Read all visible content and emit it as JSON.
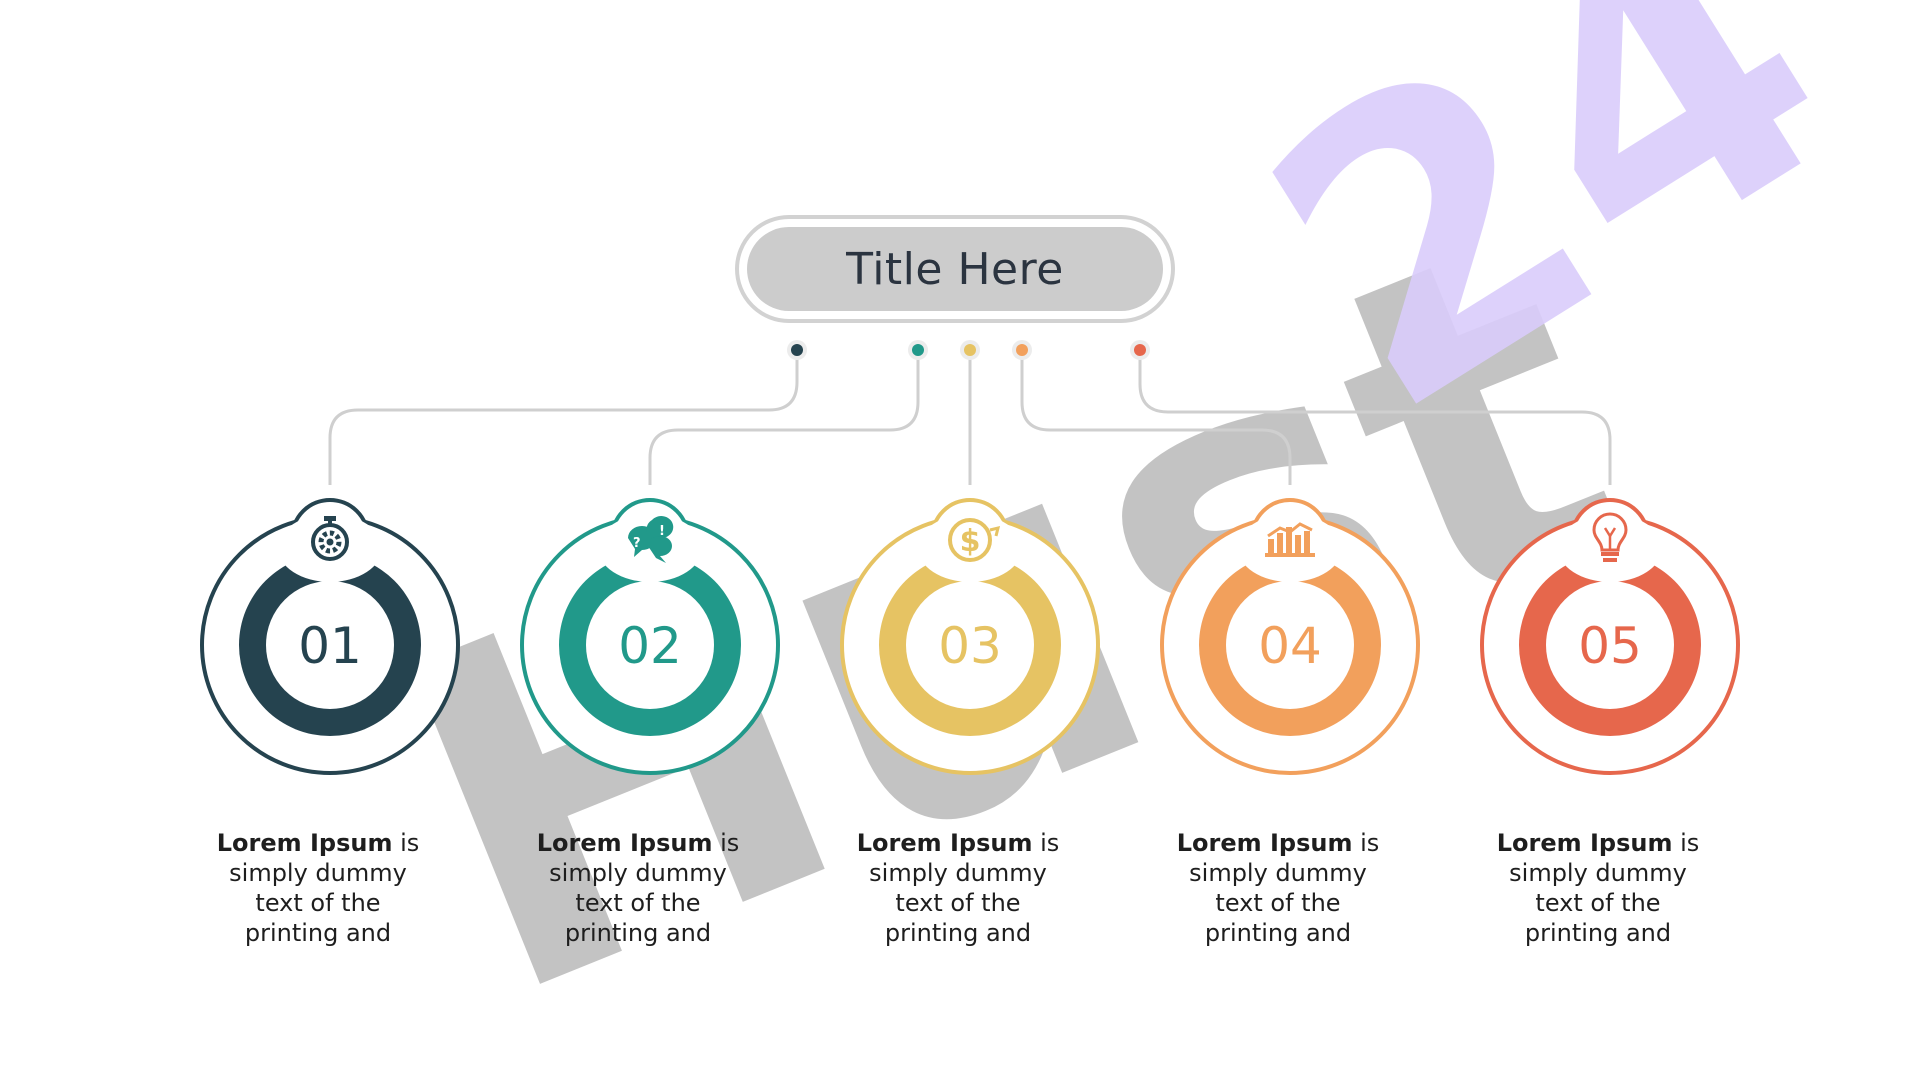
{
  "title": "Title Here",
  "watermark": {
    "word_gray": "Hust",
    "word_violet": "24",
    "gray": "#b9b9b9",
    "violet": "#d9ccfb"
  },
  "steps": [
    {
      "number": "01",
      "icon": "stopwatch-gear-icon",
      "color": "#25434f",
      "bold": "Lorem Ipsum",
      "rest_first": " is",
      "rest_lines": [
        "simply dummy",
        "text of the",
        "printing and"
      ]
    },
    {
      "number": "02",
      "icon": "chat-bubbles-icon",
      "color": "#21998a",
      "bold": "Lorem Ipsum",
      "rest_first": " is",
      "rest_lines": [
        "simply dummy",
        "text of the",
        "printing and"
      ]
    },
    {
      "number": "03",
      "icon": "dollar-coin-icon",
      "color": "#e6c363",
      "bold": "Lorem Ipsum",
      "rest_first": " is",
      "rest_lines": [
        "simply dummy",
        "text of the",
        "printing and"
      ]
    },
    {
      "number": "04",
      "icon": "bar-chart-icon",
      "color": "#f2a05c",
      "bold": "Lorem Ipsum",
      "rest_first": " is",
      "rest_lines": [
        "simply dummy",
        "text of the",
        "printing and"
      ]
    },
    {
      "number": "05",
      "icon": "lightbulb-icon",
      "color": "#e6674c",
      "bold": "Lorem Ipsum",
      "rest_first": " is",
      "rest_lines": [
        "simply dummy",
        "text of the",
        "printing and"
      ]
    }
  ],
  "connector_color": "#cfcfcf"
}
